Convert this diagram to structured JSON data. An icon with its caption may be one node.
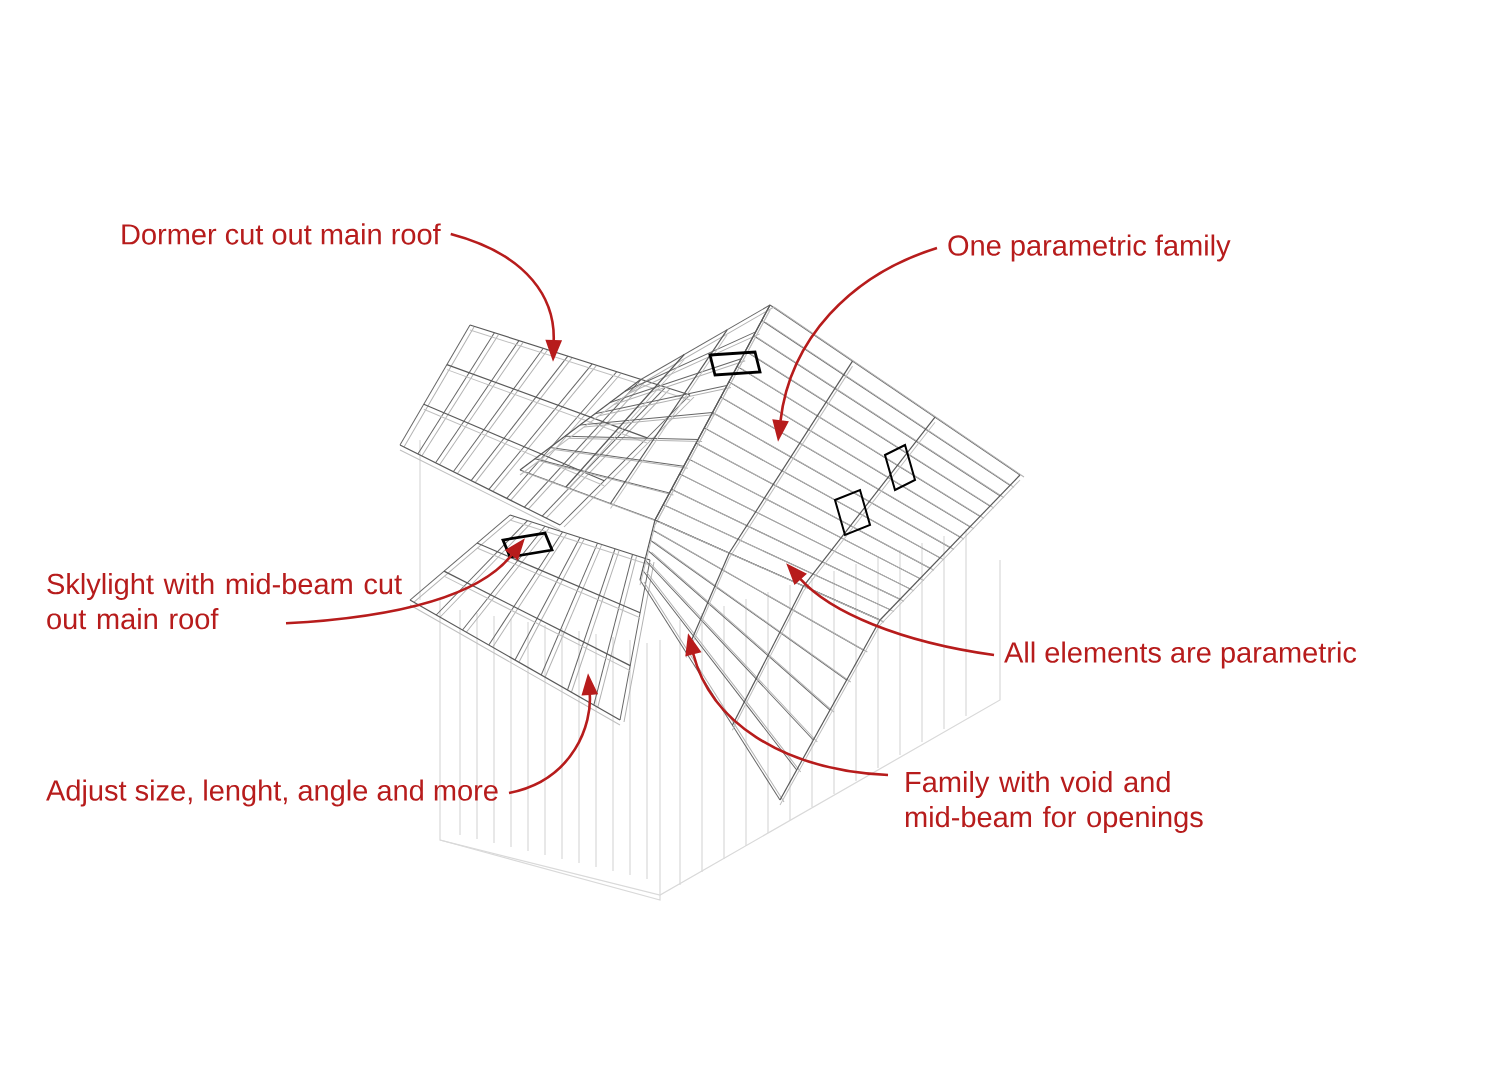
{
  "diagram": {
    "nodes": [
      {
        "text": [
          "Dormer cut out main roof"
        ]
      },
      {
        "text": [
          "One parametric family"
        ]
      },
      {
        "text": [
          "Sklylight with mid-beam cut out main roof"
        ]
      },
      {
        "text": [
          "All elements are parametric"
        ]
      },
      {
        "text": [
          "Adjust size, lenght, angle and more"
        ]
      },
      {
        "text": [
          "Family with void and mid-beam for openings"
        ]
      }
    ],
    "edges": [
      {
        "from": 0,
        "to": null,
        "arrow": "to"
      },
      {
        "from": 1,
        "to": null,
        "arrow": "to"
      },
      {
        "from": 2,
        "to": null,
        "arrow": "to"
      },
      {
        "from": 3,
        "to": null,
        "arrow": "to"
      },
      {
        "from": 4,
        "to": null,
        "arrow": "to"
      },
      {
        "from": 5,
        "to": null,
        "arrow": "to"
      }
    ]
  }
}
